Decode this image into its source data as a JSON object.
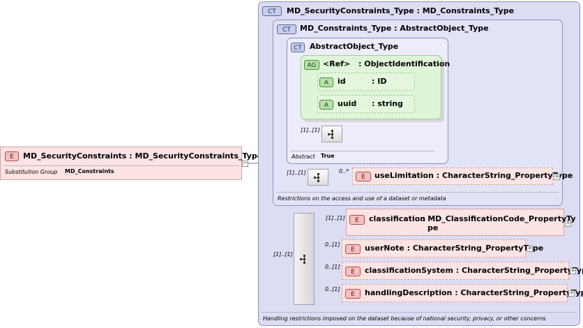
{
  "root": {
    "tag": "E",
    "name": "MD_SecurityConstraints",
    "type": "MD_SecurityConstraints_Type",
    "note_label": "Substitution Group",
    "note_value": "MD_Constraints"
  },
  "outer_ct": {
    "tag": "CT",
    "name": "MD_SecurityConstraints_Type",
    "base": "MD_Constraints_Type",
    "doc": "Handling restrictions imposed on the dataset because of national security, privacy, or other concerns"
  },
  "mid_ct": {
    "tag": "CT",
    "name": "MD_Constraints_Type",
    "base": "AbstractObject_Type",
    "doc": "Restrictions on the access and use of a dataset or metadata"
  },
  "inner_ct": {
    "tag": "CT",
    "name": "AbstractObject_Type",
    "abstract_label": "Abstract",
    "abstract_value": "True"
  },
  "attr_group": {
    "tag": "AG",
    "name": "<Ref>",
    "type": ": ObjectIdentification",
    "attributes": [
      {
        "tag": "A",
        "name": "id",
        "type": ": ID"
      },
      {
        "tag": "A",
        "name": "uuid",
        "type": ": string"
      }
    ]
  },
  "inner_seq_card": "[1]..[1]",
  "mid_seq_card": "[1]..[1]",
  "outer_seq_card": "[1]..[1]",
  "use_limitation": {
    "card": "0..*",
    "tag": "E",
    "name": "useLimitation",
    "type": "CharacterString_PropertyType"
  },
  "children": [
    {
      "card": "[1]..[1]",
      "tag": "E",
      "name": "classification",
      "type_line1": ": MD_ClassificationCode_PropertyTy",
      "type_line2": "pe"
    },
    {
      "card": "0..[1]",
      "tag": "E",
      "name": "userNote",
      "type": ": CharacterString_PropertyType"
    },
    {
      "card": "0..[1]",
      "tag": "E",
      "name": "classificationSystem",
      "type": ": CharacterString_PropertyType"
    },
    {
      "card": "0..[1]",
      "tag": "E",
      "name": "handlingDescription",
      "type": ": CharacterString_PropertyType"
    }
  ],
  "plus_symbol": "+",
  "minus_symbol": "−"
}
